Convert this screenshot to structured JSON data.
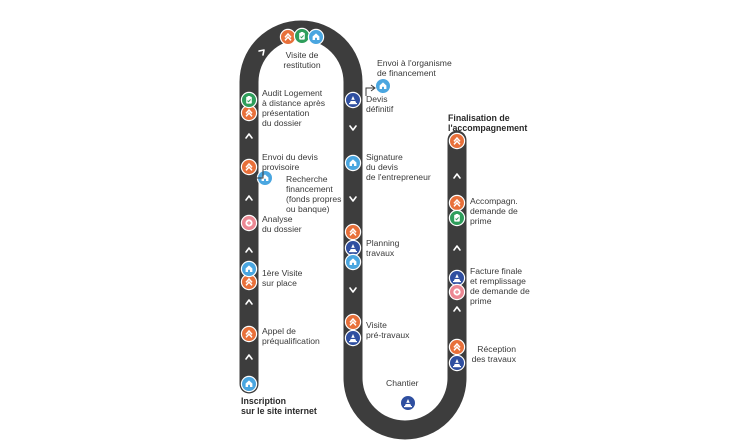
{
  "colors": {
    "road": "#3d3d3d",
    "orange": "#e8703a",
    "blue": "#4aa6e0",
    "green": "#2e9e5b",
    "navy": "#2f4fa0",
    "pink": "#ec8893",
    "white": "#ffffff"
  },
  "steps": {
    "inscription": "Inscription\nsur le site internet",
    "appel": "Appel de\npréqualification",
    "visite1": "1ère Visite\nsur place",
    "analyse": "Analyse\ndu dossier",
    "envoi_devis": "Envoi du devis\nprovisoire",
    "recherche": "Recherche\nfinancement\n(fonds propres\nou banque)",
    "audit": "Audit Logement\nà distance après\nprésentation\ndu dossier",
    "restitution": "Visite de\nrestitution",
    "organisme": "Envoi à l'organisme\nde financement",
    "devis_def": "Devis\ndéfinitif",
    "signature": "Signature\ndu devis\nde l'entrepreneur",
    "planning": "Planning\ntravaux",
    "pretravaux": "Visite\npré-travaux",
    "chantier": "Chantier",
    "reception": "Réception\ndes travaux",
    "facture": "Facture finale\net remplissage\nde demande de\nprime",
    "accompagn": "Accompagn.\ndemande de\nprime",
    "finalisation": "Finalisation de\nl'accompagnement"
  },
  "icons": [
    "house-icon",
    "arrow-icon",
    "clipboard-icon",
    "cone-icon",
    "chat-icon"
  ]
}
